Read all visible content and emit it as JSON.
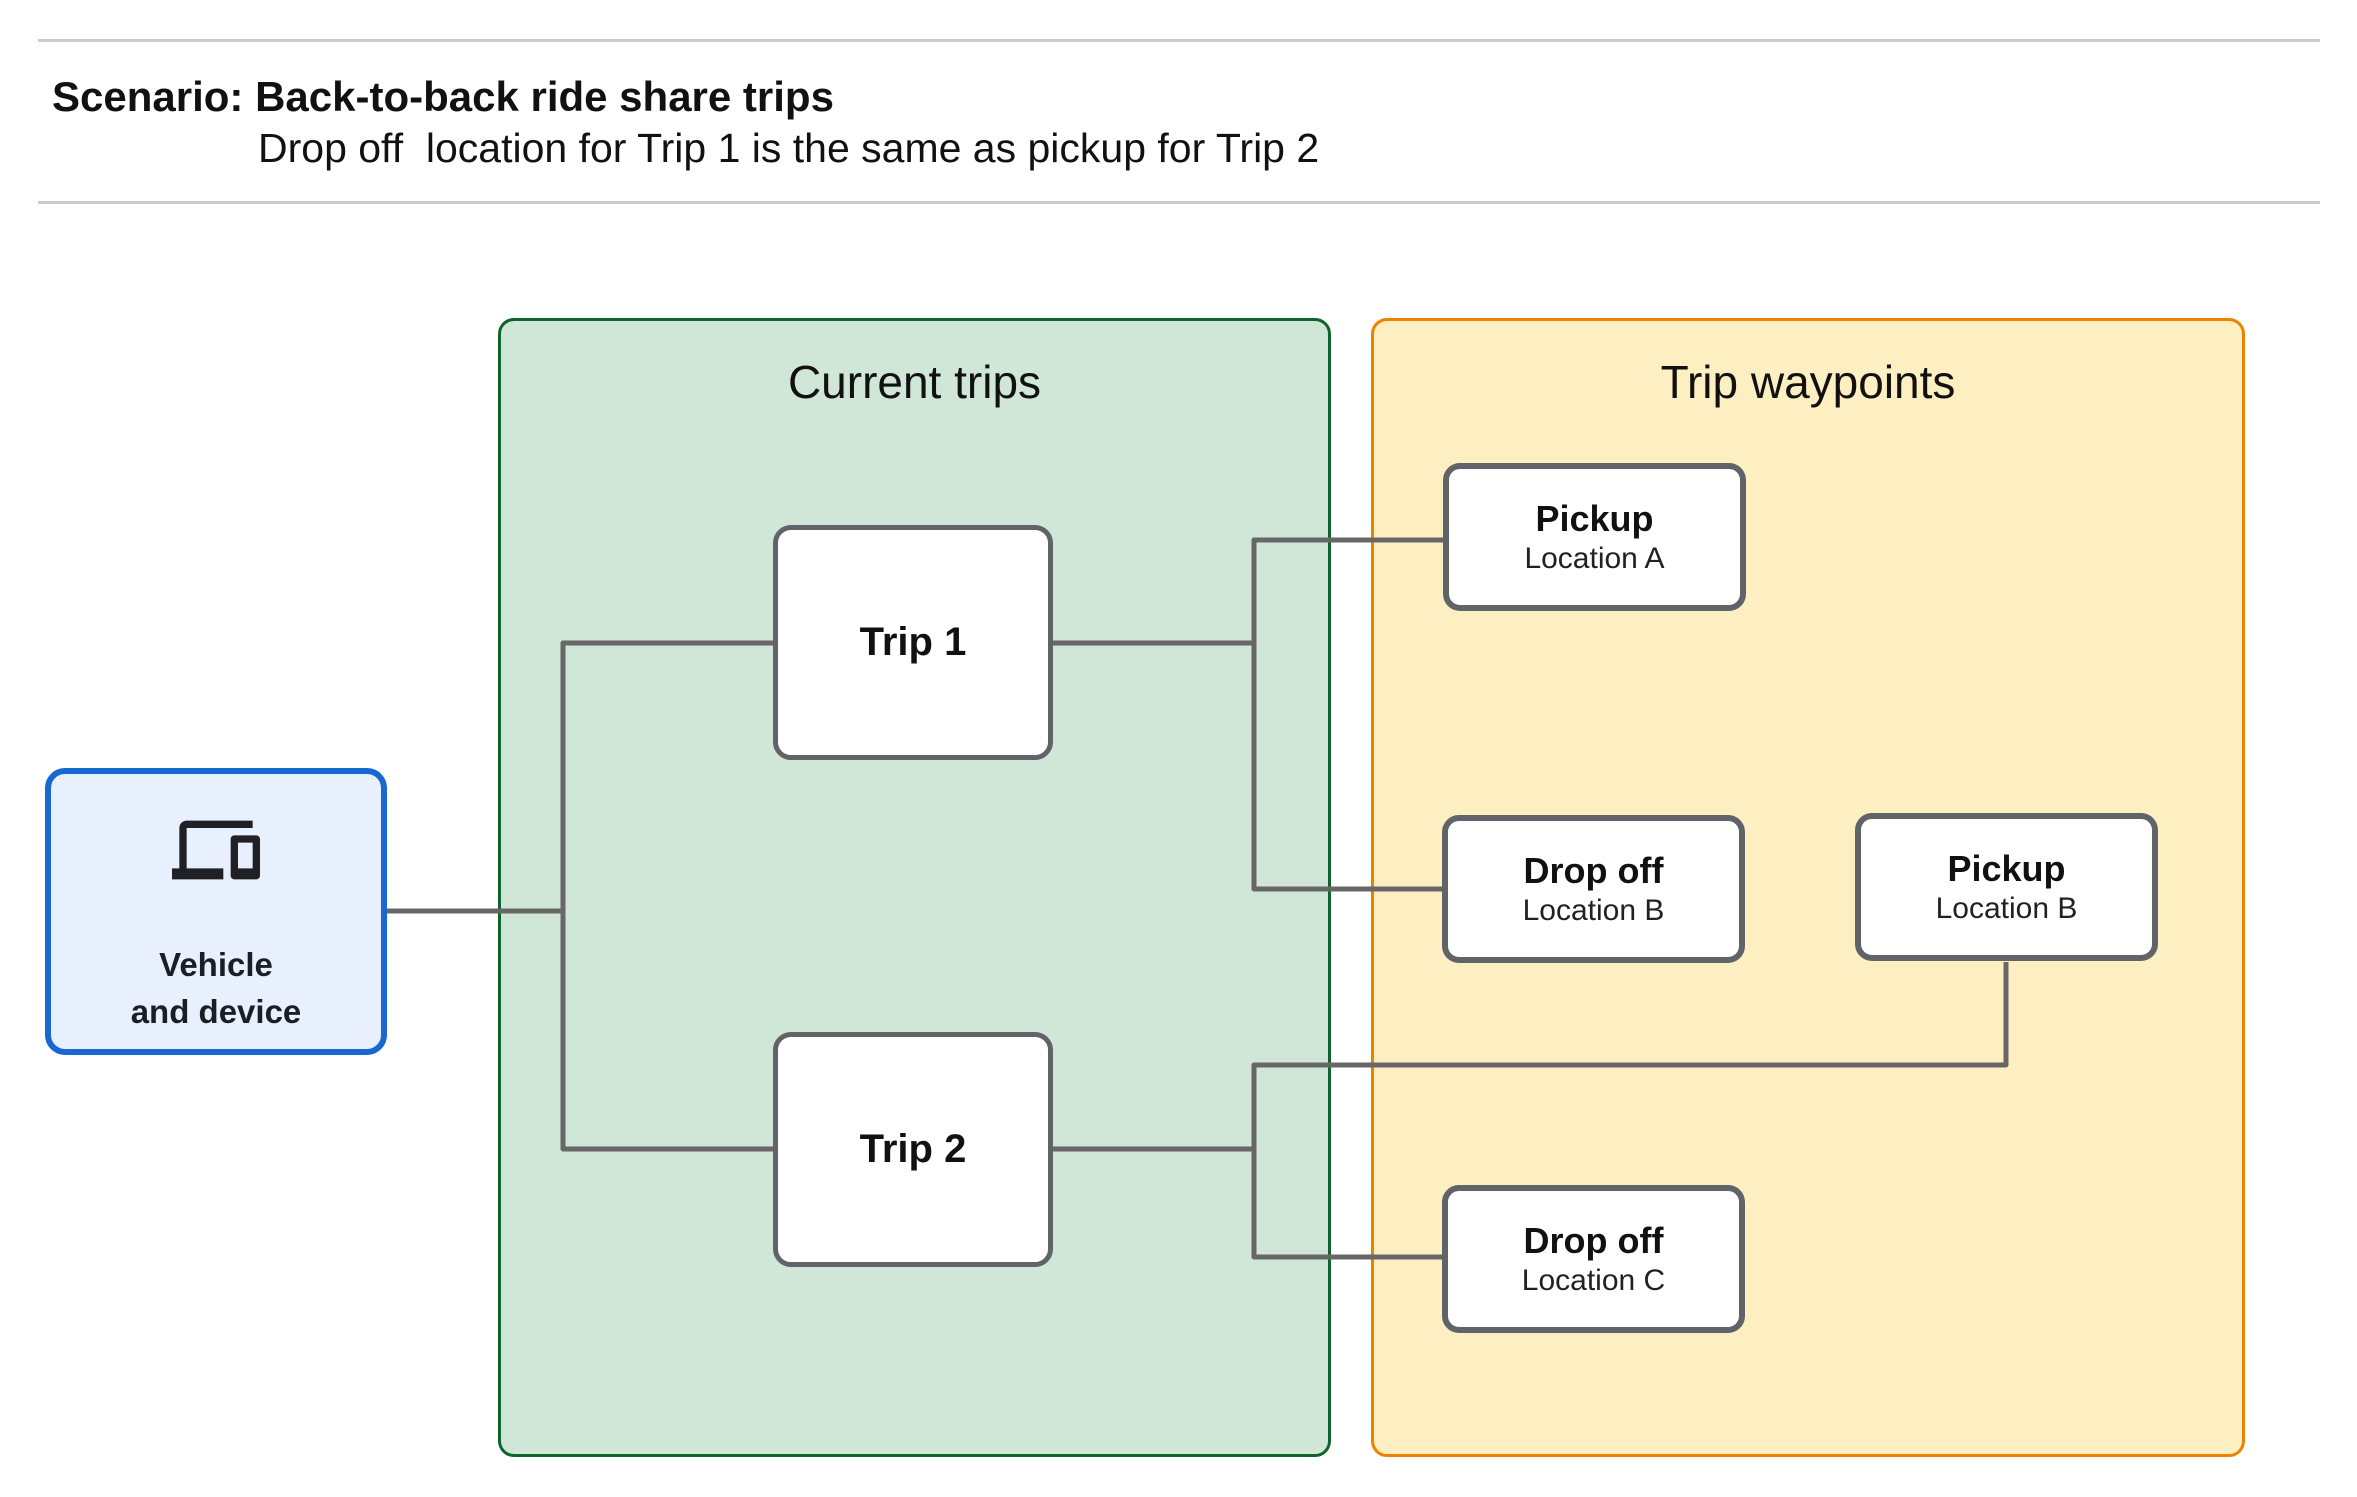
{
  "header": {
    "title": "Scenario: Back-to-back ride share trips",
    "subtitle": "Drop off  location for Trip 1 is the same as pickup for Trip 2"
  },
  "vehicle": {
    "icon": "devices-icon",
    "line1": "Vehicle",
    "line2": "and device"
  },
  "groups": {
    "current_trips": {
      "title": "Current trips"
    },
    "trip_waypoints": {
      "title": "Trip waypoints"
    }
  },
  "nodes": {
    "trip1": {
      "label": "Trip 1"
    },
    "trip2": {
      "label": "Trip 2"
    },
    "pickup_a": {
      "title": "Pickup",
      "subtitle": "Location A"
    },
    "dropoff_b": {
      "title": "Drop off",
      "subtitle": "Location B"
    },
    "pickup_b": {
      "title": "Pickup",
      "subtitle": "Location B"
    },
    "dropoff_c": {
      "title": "Drop off",
      "subtitle": "Location C"
    }
  },
  "edges": [
    {
      "from": "vehicle-and-device",
      "to": "trip-1"
    },
    {
      "from": "vehicle-and-device",
      "to": "trip-2"
    },
    {
      "from": "trip-1",
      "to": "pickup-location-a"
    },
    {
      "from": "trip-1",
      "to": "dropoff-location-b"
    },
    {
      "from": "trip-2",
      "to": "pickup-location-b"
    },
    {
      "from": "trip-2",
      "to": "dropoff-location-c"
    }
  ],
  "colors": {
    "current_trips_fill": "#d0e6d6",
    "current_trips_border": "#0d652d",
    "trip_waypoints_fill": "#feefc3",
    "trip_waypoints_border": "#ee8200",
    "vehicle_fill": "#e8f0fe",
    "vehicle_border": "#1967d2",
    "node_border": "#606368",
    "connector": "#676767"
  }
}
